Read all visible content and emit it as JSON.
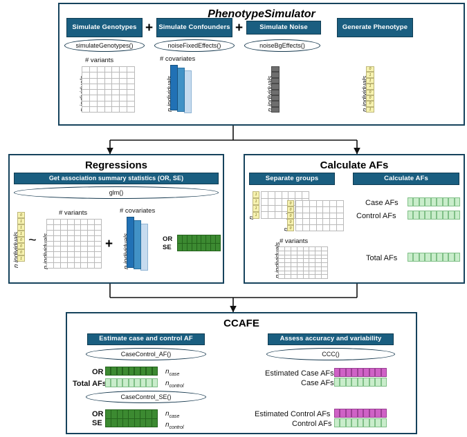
{
  "sections": {
    "simulator": {
      "title": "PhenotypeSimulator",
      "steps": [
        {
          "label": "Simulate Genotypes",
          "fn": "simulateGenotypes()"
        },
        {
          "label": "Simulate Confounders",
          "fn": "noiseFixedEffects()"
        },
        {
          "label": "Simulate Noise",
          "fn": "noiseBgEffects()"
        },
        {
          "label": "Generate Phenotype",
          "fn": ""
        }
      ],
      "operators": [
        "+",
        "+"
      ],
      "matrices": {
        "genotypes": {
          "col_label": "# variants",
          "row_label": "n individuals",
          "cols": 7,
          "rows": 8
        },
        "covariates": {
          "col_label": "# covariates",
          "row_label": "n individuals",
          "bars": 3
        },
        "noise": {
          "row_label": "n individuals",
          "rows": 8
        },
        "phenotype": {
          "row_label": "n individuals",
          "values": [
            "0",
            "1",
            "1",
            "1",
            "0",
            "0",
            "0",
            "1"
          ]
        }
      }
    },
    "regressions": {
      "title": "Regressions",
      "header": "Get association summary statistics (OR, SE)",
      "fn": "glm()",
      "tilde": "~",
      "plus": "+",
      "outcome": {
        "row_label": "n individuals",
        "values": [
          "0",
          "1",
          "1",
          "1",
          "0",
          "0",
          "0",
          "1"
        ]
      },
      "genotypes": {
        "col_label": "# variants",
        "row_label": "n individuals",
        "cols": 8,
        "rows": 9
      },
      "covariates": {
        "col_label": "# covariates",
        "row_label": "n individuals",
        "bars": 3
      },
      "result": {
        "labels": [
          "OR",
          "SE"
        ],
        "cols": 9,
        "rows": 2
      }
    },
    "calculate_afs": {
      "title": "Calculate AFs",
      "boxes": [
        "Separate groups",
        "Calculate AFs"
      ],
      "case": {
        "row_label": "n_case",
        "values": [
          "1",
          "1",
          "1",
          "1"
        ],
        "cols": 7
      },
      "control": {
        "row_label": "n_control",
        "values": [
          "0",
          "0",
          "0",
          "0",
          "0"
        ],
        "cols": 7
      },
      "total": {
        "col_label": "# variants",
        "row_label": "n individuals",
        "cols": 8,
        "rows": 8
      },
      "outputs": [
        {
          "label": "Case AFs",
          "cells": 9
        },
        {
          "label": "Control AFs",
          "cells": 9
        },
        {
          "label": "Total AFs",
          "cells": 9
        }
      ]
    },
    "ccafe": {
      "title": "CCAFE",
      "boxes": [
        {
          "label": "Estimate case and control AF",
          "fn": "CaseControl_AF()"
        },
        {
          "label": "Assess accuracy and variability",
          "fn": "CCC()"
        }
      ],
      "fn2": "CaseControl_SE()",
      "inputs_af": {
        "or_label": "OR",
        "totalaf_label": "Total AFs",
        "n_case": "n_case",
        "n_control": "n_control",
        "cols": 9
      },
      "inputs_se": {
        "labels": [
          "OR",
          "SE"
        ],
        "n_case": "n_case",
        "n_control": "n_control",
        "cols": 9,
        "rows": 2
      },
      "comparisons": [
        {
          "est_label": "Estimated Case AFs",
          "true_label": "Case AFs",
          "cells": 9
        },
        {
          "est_label": "Estimated Control AFs",
          "true_label": "Control AFs",
          "cells": 9
        }
      ]
    }
  },
  "colors": {
    "blue_box": "#1a5e80",
    "panel_border": "#15425c",
    "yellow": "#f6f2b0",
    "grey": "#6e6e6e",
    "light_green": "#c9edcb",
    "dark_green": "#3c8a31",
    "magenta": "#cf62c6",
    "bar_dark": "#2171b5",
    "bar_mid": "#4292c6",
    "bar_light": "#c6dbef"
  }
}
